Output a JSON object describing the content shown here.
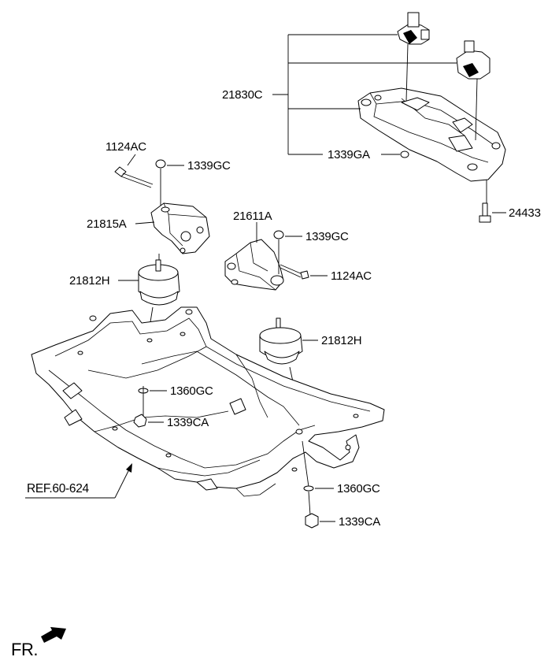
{
  "labels": {
    "l_21830C": "21830C",
    "l_1339GA": "1339GA",
    "l_24433": "24433",
    "l_1124AC_left": "1124AC",
    "l_1339GC_left": "1339GC",
    "l_21815A": "21815A",
    "l_21812H_left": "21812H",
    "l_21611A": "21611A",
    "l_1339GC_right": "1339GC",
    "l_1124AC_right": "1124AC",
    "l_21812H_right": "21812H",
    "l_1360GC_left": "1360GC",
    "l_1339CA_left": "1339CA",
    "l_1360GC_right": "1360GC",
    "l_1339CA_right": "1339CA",
    "ref": "REF.60-624",
    "fr": "FR."
  }
}
